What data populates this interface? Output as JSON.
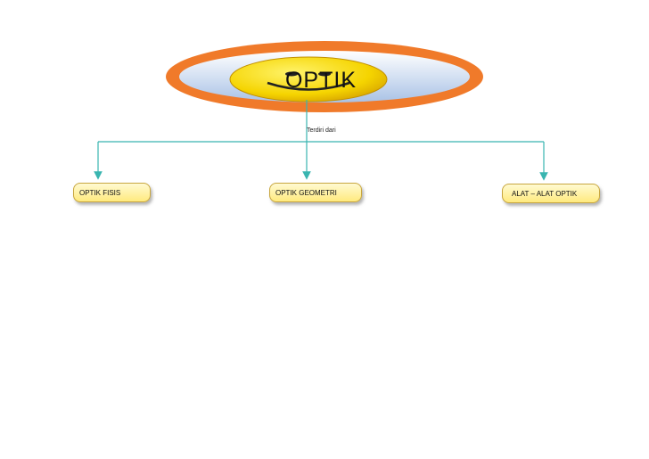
{
  "title": "OPTIK",
  "connector_label": "Terdiri dari",
  "nodes": [
    {
      "label": "OPTIK FISIS"
    },
    {
      "label": "OPTIK GEOMETRI"
    },
    {
      "label": "ALAT – ALAT OPTIK"
    }
  ],
  "colors": {
    "title_ring": "#f07a2a",
    "title_fill_top": "#ffffff",
    "title_fill_bottom": "#a9c2e6",
    "smiley": "#f5d400",
    "connector": "#39b5b0",
    "node_fill_top": "#fffbd6",
    "node_fill_bottom": "#ffe97a",
    "node_border": "#c8a640"
  },
  "icons": [
    "smiley-face-icon"
  ]
}
